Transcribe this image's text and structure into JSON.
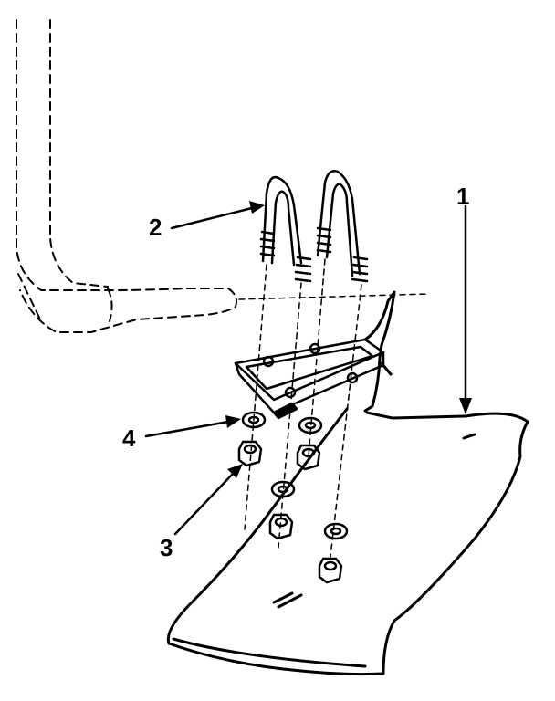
{
  "callouts": {
    "part_1": "1",
    "part_2": "2",
    "part_3": "3",
    "part_4": "4"
  },
  "parts": [
    {
      "number": "1",
      "icon": "sweep-blade"
    },
    {
      "number": "2",
      "icon": "u-bolt"
    },
    {
      "number": "3",
      "icon": "hex-nut"
    },
    {
      "number": "4",
      "icon": "lock-washer"
    }
  ],
  "colors": {
    "line": "#000000",
    "background": "#ffffff"
  }
}
